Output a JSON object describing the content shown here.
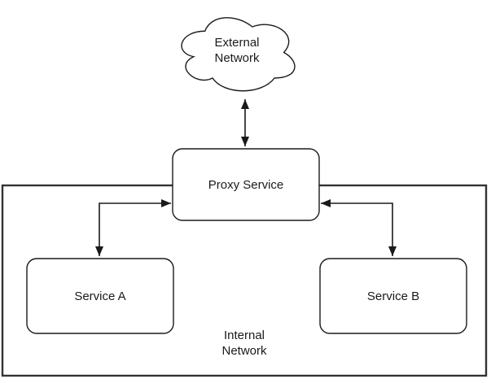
{
  "diagram": {
    "nodes": {
      "external_network": {
        "label": "External Network",
        "lines": [
          "External",
          "Network"
        ],
        "shape": "cloud"
      },
      "proxy_service": {
        "label": "Proxy Service",
        "shape": "rounded-rectangle"
      },
      "service_a": {
        "label": "Service A",
        "shape": "rounded-rectangle"
      },
      "service_b": {
        "label": "Service B",
        "shape": "rounded-rectangle"
      },
      "internal_network": {
        "label": "Internal Network",
        "lines": [
          "Internal",
          "Network"
        ],
        "shape": "container-rectangle"
      }
    },
    "edges": [
      {
        "from": "external_network",
        "to": "proxy_service",
        "direction": "bidirectional",
        "style": "straight"
      },
      {
        "from": "proxy_service",
        "to": "service_a",
        "direction": "bidirectional",
        "style": "elbow"
      },
      {
        "from": "proxy_service",
        "to": "service_b",
        "direction": "bidirectional",
        "style": "elbow"
      }
    ],
    "colors": {
      "shape_stroke": "#1a1a1a",
      "boundary_stroke": "#333333",
      "shape_fill": "#ffffff",
      "text": "#1a1a1a",
      "background": "#ffffff"
    }
  }
}
